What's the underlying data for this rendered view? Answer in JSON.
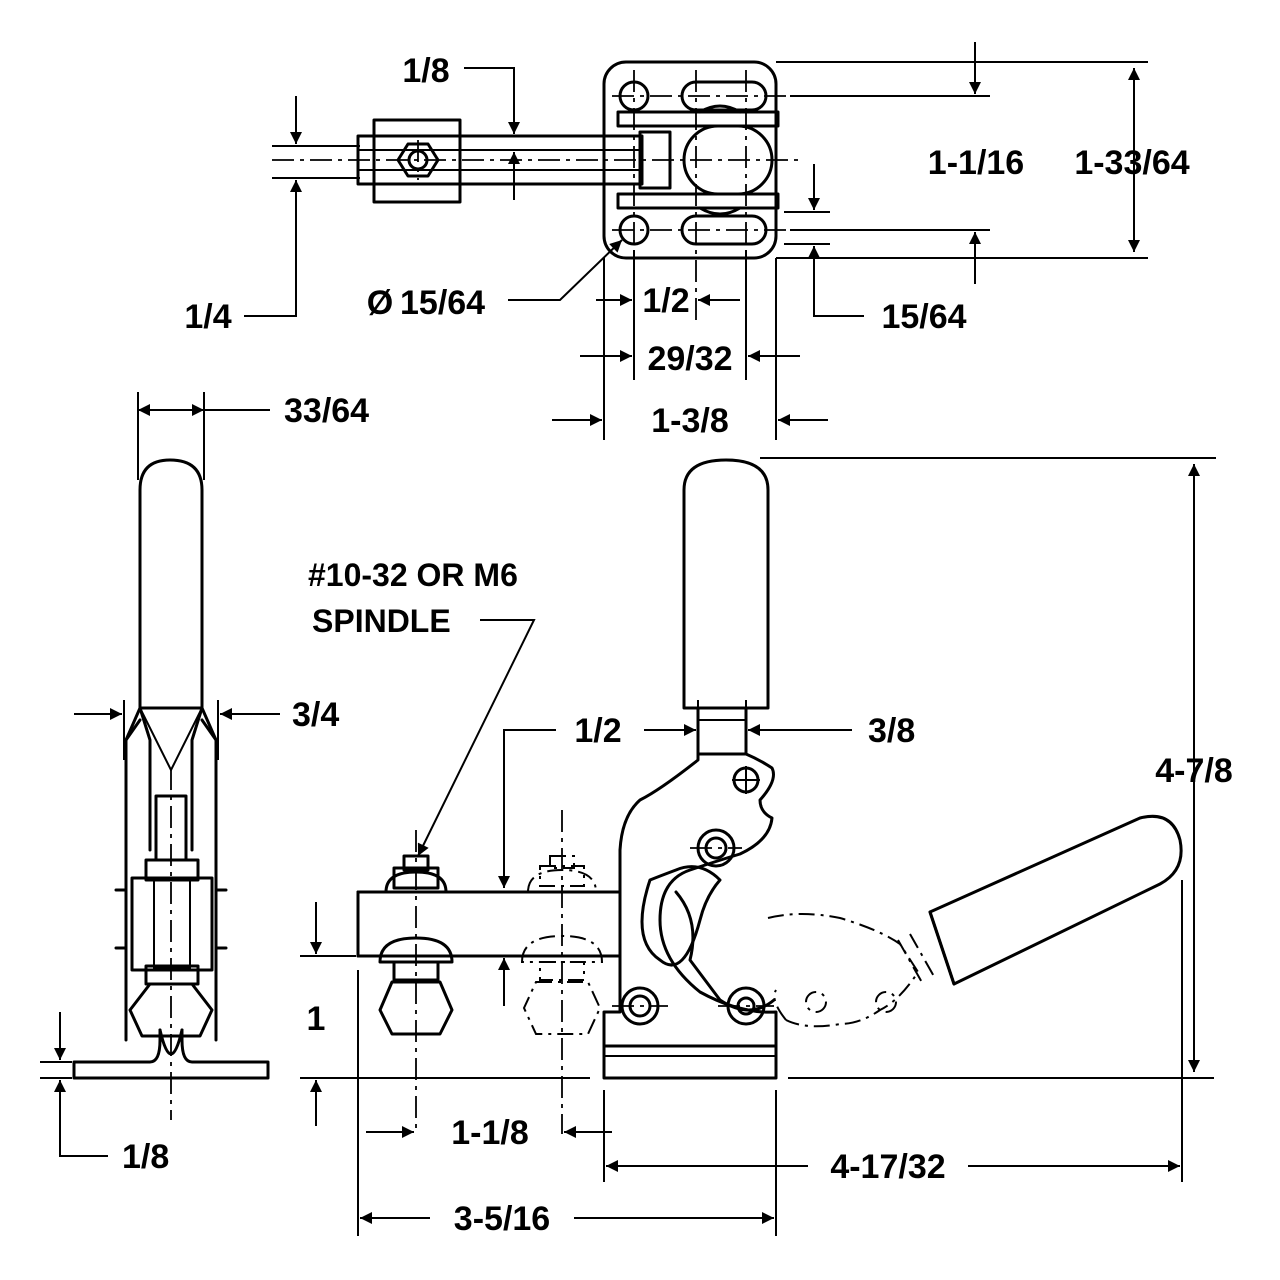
{
  "dimensions": {
    "top_1_8": "1/8",
    "top_1_4": "1/4",
    "hole_dia": "15/64",
    "top_1_2": "1/2",
    "top_15_64": "15/64",
    "top_29_32": "29/32",
    "top_1_3_8": "1-3/8",
    "top_1_1_16": "1-1/16",
    "top_1_33_64": "1-33/64",
    "side_33_64": "33/64",
    "side_3_4": "3/4",
    "side_1_8": "1/8",
    "main_1_2": "1/2",
    "main_3_8": "3/8",
    "main_4_7_8": "4-7/8",
    "main_1": "1",
    "main_1_1_8": "1-1/8",
    "main_4_17_32": "4-17/32",
    "main_3_5_16": "3-5/16"
  },
  "notes": {
    "spindle_line1": "#10-32 OR M6",
    "spindle_line2": "SPINDLE"
  },
  "symbols": {
    "diameter": "Ø"
  }
}
